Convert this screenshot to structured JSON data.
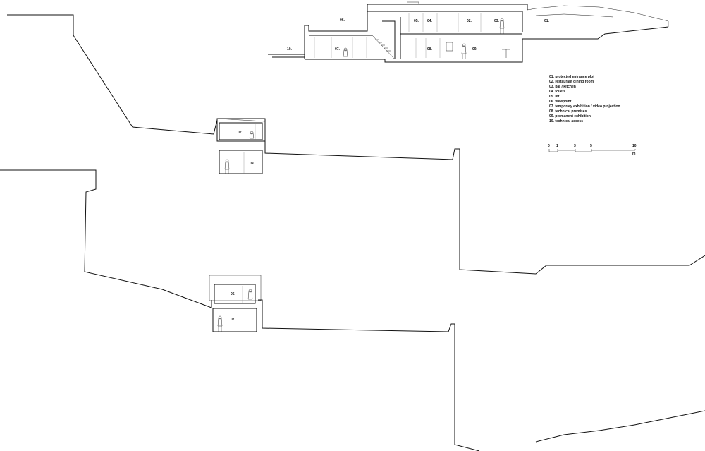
{
  "labels": {
    "sec_top": {
      "l01": "01.",
      "l02": "02.",
      "l03": "03.",
      "l04": "04.",
      "l05": "05.",
      "l06": "06.",
      "l07": "07.",
      "l08": "08.",
      "l09": "09.",
      "l10": "10."
    },
    "sec_mid": {
      "upper": "02.",
      "lower": "09."
    },
    "sec_bot": {
      "upper": "06.",
      "lower": "07."
    }
  },
  "legend": {
    "items": [
      "01. protected entrance plot",
      "02. restaurant dining room",
      "03. bar / kitchen",
      "04. toilets",
      "05. lift",
      "06. viewpoint",
      "07. temporary exhibition / video projection",
      "08. technical premises",
      "09. permanent exhibition",
      "10. technical access"
    ]
  },
  "scale_bar": {
    "ticks": [
      "0",
      "1",
      "3",
      "5",
      "10"
    ],
    "unit": "m"
  }
}
